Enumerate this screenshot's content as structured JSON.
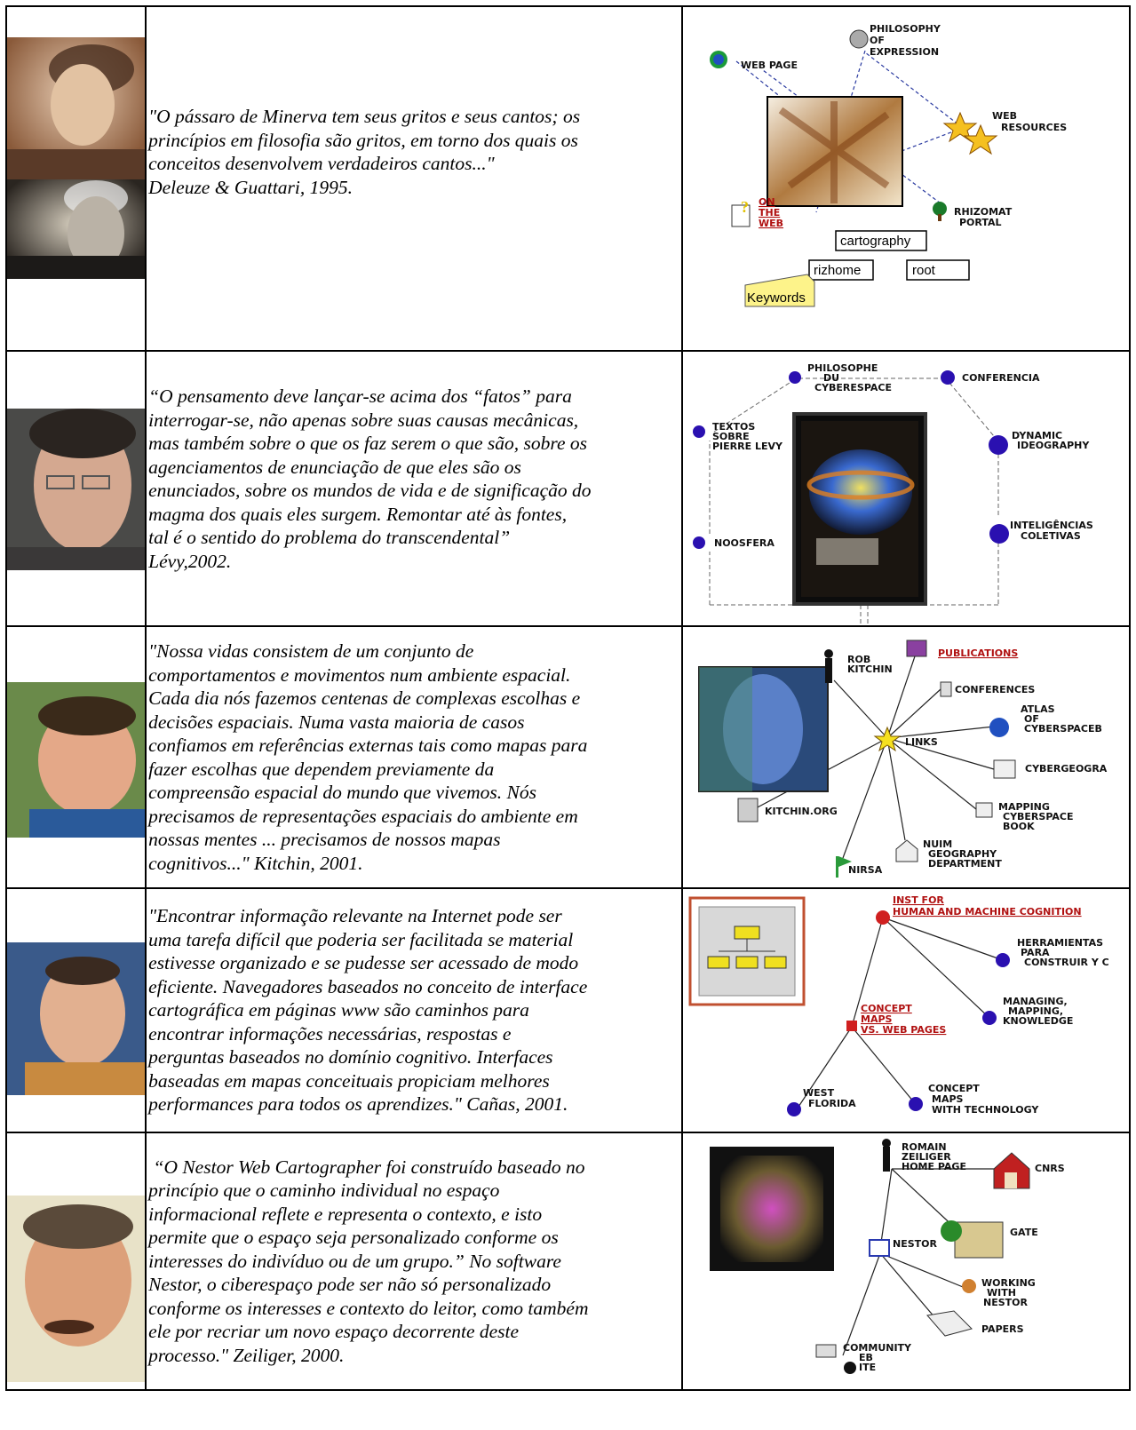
{
  "rows": [
    {
      "quote": [
        "\"O pássaro de Minerva tem seus gritos e seus cantos; os",
        "princípios em filosofia são gritos, em torno dos quais os",
        "conceitos desenvolvem verdadeiros cantos...\"",
        "Deleuze & Guattari, 1995."
      ],
      "map": {
        "nodes": [
          "WEB PAGE",
          "PHILOSOPHY",
          "OF",
          "EXPRESSION",
          "WEB",
          "RESOURCES",
          "RHIZOMAT",
          "PORTAL",
          "ON",
          "THE",
          "WEB"
        ],
        "boxes": [
          "cartography",
          "rizhome",
          "root"
        ],
        "callout": "Keywords"
      }
    },
    {
      "quote": [
        "“O pensamento deve lançar-se acima dos “fatos” para",
        "interrogar-se, não apenas sobre suas causas mecânicas,",
        "mas também sobre o que os faz serem o que são, sobre os",
        "agenciamentos de enunciação de que eles são os",
        "enunciados, sobre os mundos de vida e de significação do",
        "magma dos quais eles surgem. Remontar até às fontes,",
        "tal é o sentido do problema do transcendental”",
        "Lévy,2002."
      ],
      "map": {
        "nodes": [
          "PHILOSOPHE",
          "DU",
          "CYBERESPACE",
          "CONFERENCIA",
          "TEXTOS",
          "SOBRE",
          "PIERRE LEVY",
          "DYNAMIC",
          "IDEOGRAPHY",
          "INTELIGÊNCIAS",
          "COLETIVAS",
          "NOOSFERA"
        ]
      }
    },
    {
      "quote": [
        "\"Nossa vidas consistem de um conjunto de",
        "comportamentos e movimentos num ambiente espacial.",
        "Cada dia nós fazemos centenas de complexas escolhas e",
        "decisões espaciais. Numa vasta maioria de casos",
        "confiamos em referências externas tais como mapas para",
        "fazer escolhas que dependem previamente da",
        "compreensão espacial do mundo que vivemos. Nós",
        "precisamos de representações espaciais do ambiente em",
        "nossas mentes ... precisamos de nossos mapas",
        "cognitivos...\" Kitchin, 2001."
      ],
      "map": {
        "nodes": [
          "ROB",
          "KITCHIN",
          "PUBLICATIONS",
          "CONFERENCES",
          "ATLAS",
          "OF",
          "CYBERSPACEB",
          "LINKS",
          "CYBERGEOGRA",
          "KITCHIN.ORG",
          "MAPPING",
          "CYBERSPACE",
          "BOOK",
          "NUIM",
          "GEOGRAPHY",
          "DEPARTMENT",
          "NIRSA"
        ]
      }
    },
    {
      "quote": [
        "\"Encontrar informação relevante na Internet pode ser",
        "uma tarefa difícil que poderia ser facilitada se material",
        "estivesse organizado e se pudesse ser acessado de modo",
        "eficiente. Navegadores baseados no conceito de interface",
        "cartográfica em páginas www são caminhos para",
        "encontrar informações necessárias, respostas e",
        "perguntas baseados no domínio cognitivo. Interfaces",
        "baseadas em mapas conceituais propiciam melhores",
        "performances para todos os aprendizes.\" Cañas, 2001."
      ],
      "map": {
        "nodes": [
          "INST FOR",
          "HUMAN AND MACHINE COGNITION",
          "HERRAMIENTAS",
          "PARA",
          "CONSTRUIR Y C",
          "MANAGING,",
          "MAPPING,",
          "KNOWLEDGE",
          "CONCEPT",
          "MAPS",
          "VS. WEB PAGES",
          "WEST",
          "FLORIDA",
          "CONCEPT",
          "MAPS",
          "WITH TECHNOLOGY"
        ]
      }
    },
    {
      "quote": [
        " “O Nestor Web Cartographer foi construído baseado no",
        "princípio que o caminho individual no espaço",
        "informacional reflete e representa o contexto, e isto",
        "permite que o espaço seja personalizado conforme os",
        "interesses do indivíduo ou de um grupo.” No software",
        "Nestor, o ciberespaço pode ser não só personalizado",
        "conforme os interesses e contexto do leitor, como também",
        "ele por recriar um novo espaço decorrente deste",
        "processo.\" Zeiliger, 2000."
      ],
      "map": {
        "nodes": [
          "ROMAIN",
          "ZEILIGER",
          "HOME PAGE",
          "CNRS",
          "GATE",
          "NESTOR",
          "WORKING",
          "WITH",
          "NESTOR",
          "PAPERS",
          "COMMUNITY",
          "EB",
          "ITE"
        ]
      }
    }
  ],
  "colors": {
    "link_red": "#b01010",
    "node_blue": "#2a10b0",
    "border": "#000000"
  }
}
